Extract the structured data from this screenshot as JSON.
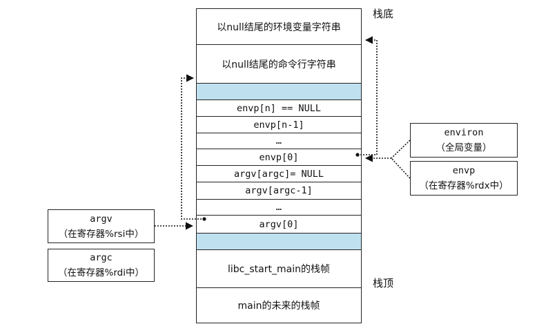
{
  "stack_cells": [
    {
      "text": "以null结尾的环境变量字符串",
      "kind": "text"
    },
    {
      "text": "以null结尾的命令行字符串",
      "kind": "text"
    },
    {
      "text": "",
      "kind": "shade"
    },
    {
      "text": "envp[n] == NULL",
      "kind": "mono"
    },
    {
      "text": "envp[n-1]",
      "kind": "mono"
    },
    {
      "text": "…",
      "kind": "mono"
    },
    {
      "text": "envp[0]",
      "kind": "mono"
    },
    {
      "text": "argv[argc]= NULL",
      "kind": "mono"
    },
    {
      "text": "argv[argc-1]",
      "kind": "mono"
    },
    {
      "text": "…",
      "kind": "mono"
    },
    {
      "text": "argv[0]",
      "kind": "mono"
    },
    {
      "text": "",
      "kind": "shade"
    },
    {
      "text": "libc_start_main的栈帧",
      "kind": "text"
    },
    {
      "text": "main的未来的栈帧",
      "kind": "text"
    }
  ],
  "labels": {
    "stack_bottom": "栈底",
    "stack_top": "栈顶"
  },
  "boxes": {
    "environ": {
      "name": "environ",
      "desc": "（全局变量）"
    },
    "envp": {
      "name": "envp",
      "desc": "（在寄存器%rdx中）"
    },
    "argv": {
      "name": "argv",
      "desc": "（在寄存器%rsi中）"
    },
    "argc": {
      "name": "argc",
      "desc": "（在寄存器%rdi中）"
    }
  }
}
